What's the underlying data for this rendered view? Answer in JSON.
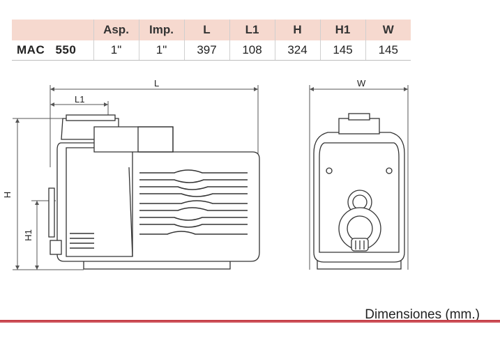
{
  "table": {
    "headers": [
      "",
      "Asp.",
      "Imp.",
      "L",
      "L1",
      "H",
      "H1",
      "W"
    ],
    "rows": [
      {
        "model": "MAC 550",
        "asp": "1\"",
        "imp": "1\"",
        "L": "397",
        "L1": "108",
        "H": "324",
        "H1": "145",
        "W": "145"
      }
    ]
  },
  "drawing": {
    "labels": {
      "L": "L",
      "L1": "L1",
      "H": "H",
      "H1": "H1",
      "W": "W"
    }
  },
  "footer": {
    "caption": "Dimensiones (mm.)"
  },
  "colors": {
    "header_bg": "#f6d9cf",
    "accent_bar": "#c0363d"
  }
}
